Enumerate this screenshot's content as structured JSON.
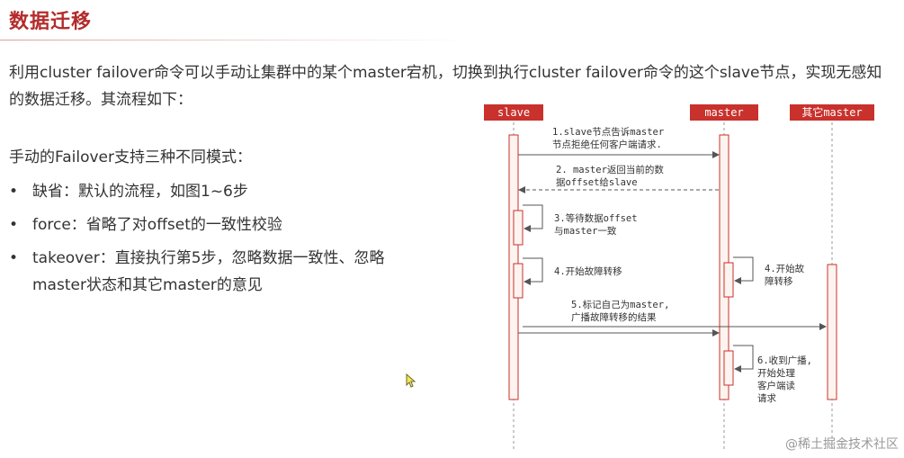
{
  "title": "数据迁移",
  "intro": "利用cluster failover命令可以手动让集群中的某个master宕机，切换到执行cluster failover命令的这个slave节点，实现无感知的数据迁移。其流程如下：",
  "modes_heading": "手动的Failover支持三种不同模式：",
  "bullet_symbol": "•",
  "bullets": [
    {
      "text": "缺省：默认的流程，如图1~6步"
    },
    {
      "text": "force：省略了对offset的一致性校验"
    },
    {
      "text": "takeover：直接执行第5步，忽略数据一致性、忽略master状态和其它master的意见"
    }
  ],
  "diagram": {
    "participants": [
      "slave",
      "master",
      "其它master"
    ],
    "messages": [
      {
        "lines": [
          "1.slave节点告诉master",
          "节点拒绝任何客户端请求."
        ]
      },
      {
        "lines": [
          "2. master返回当前的数",
          "据offset给slave"
        ]
      },
      {
        "lines": [
          "3.等待数据offset",
          "与master一致"
        ]
      },
      {
        "lines": [
          "4.开始故障转移"
        ]
      },
      {
        "lines": [
          "4.开始故",
          "障转移"
        ]
      },
      {
        "lines": [
          "5.标记自己为master,",
          "广播故障转移的结果"
        ]
      },
      {
        "lines": [
          "6.收到广播,",
          "开始处理",
          "客户端读",
          "请求"
        ]
      }
    ],
    "colors": {
      "header_bg": "#c9312c",
      "header_text": "#ffffff",
      "activation_border": "#c9312c",
      "activation_fill": "#fdf3ef",
      "arrow": "#555555"
    }
  },
  "watermark": "@稀土掘金技术社区"
}
